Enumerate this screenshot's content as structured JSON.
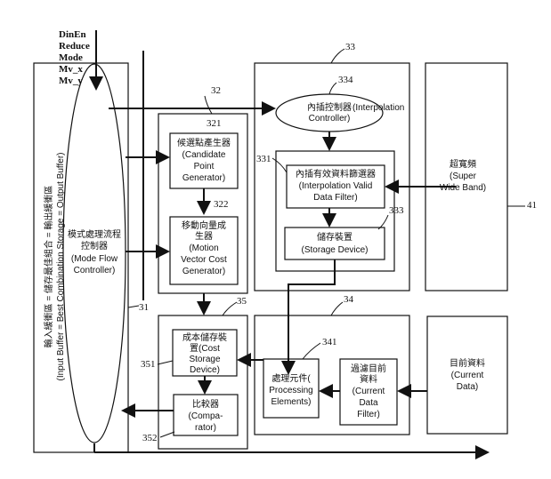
{
  "signals": {
    "inputs": [
      "DinEn",
      "Reduce",
      "Mode",
      "Mv_x",
      "Mv_y"
    ]
  },
  "refs": {
    "r31": "31",
    "r32": "32",
    "r321": "321",
    "r322": "322",
    "r33": "33",
    "r331": "331",
    "r333": "333",
    "r334": "334",
    "r34": "34",
    "r341": "341",
    "r35": "35",
    "r351": "351",
    "r352": "352",
    "r41": "41"
  },
  "blocks": {
    "mode_flow": {
      "zh": "模式處理流程",
      "zh2": "控制器",
      "en": [
        "(Mode Flow",
        "Controller)"
      ]
    },
    "side_text": {
      "line1": "輸入緩衝區 = 儲存最佳組合 = 輸出緩衝區",
      "line2": "(Input Buffer = Best Combination Storage = Output Buffer)"
    },
    "candidate": {
      "zh": "候選點產生器",
      "en": [
        "(Candidate",
        "Point",
        "Generator)"
      ]
    },
    "mvcost": {
      "zh": [
        "移動向量成",
        "生器"
      ],
      "en": [
        "(Motion",
        "Vector Cost",
        "Generator)"
      ]
    },
    "interp_ctrl": {
      "zh": "內插控制器",
      "en": [
        "(Interpolation",
        "Controller)"
      ]
    },
    "interp_filter": {
      "zh": "內插有效資料篩選器",
      "en": [
        "(Interpolation Valid",
        "Data Filter)"
      ]
    },
    "storage": {
      "zh": "儲存裝置",
      "en": "(Storage Device)"
    },
    "uwb": {
      "zh": "超寬頻",
      "en": [
        "(Super",
        "Wide Band)"
      ]
    },
    "cost_storage": {
      "zh": [
        "成本儲存裝",
        "置(Cost"
      ],
      "en": [
        "Storage",
        "Device)"
      ]
    },
    "comparator": {
      "zh": "比較器",
      "en": [
        "(Compa-",
        "rator)"
      ]
    },
    "processing": {
      "zh": "處理元件(",
      "en": [
        "Processing",
        "Elements)"
      ]
    },
    "cur_filter": {
      "zh": [
        "過濾目前",
        "資料"
      ],
      "en": [
        "(Current",
        "Data",
        "Filter)"
      ]
    },
    "cur_data": {
      "zh": "目前資料",
      "en": [
        "(Current",
        "Data)"
      ]
    }
  }
}
